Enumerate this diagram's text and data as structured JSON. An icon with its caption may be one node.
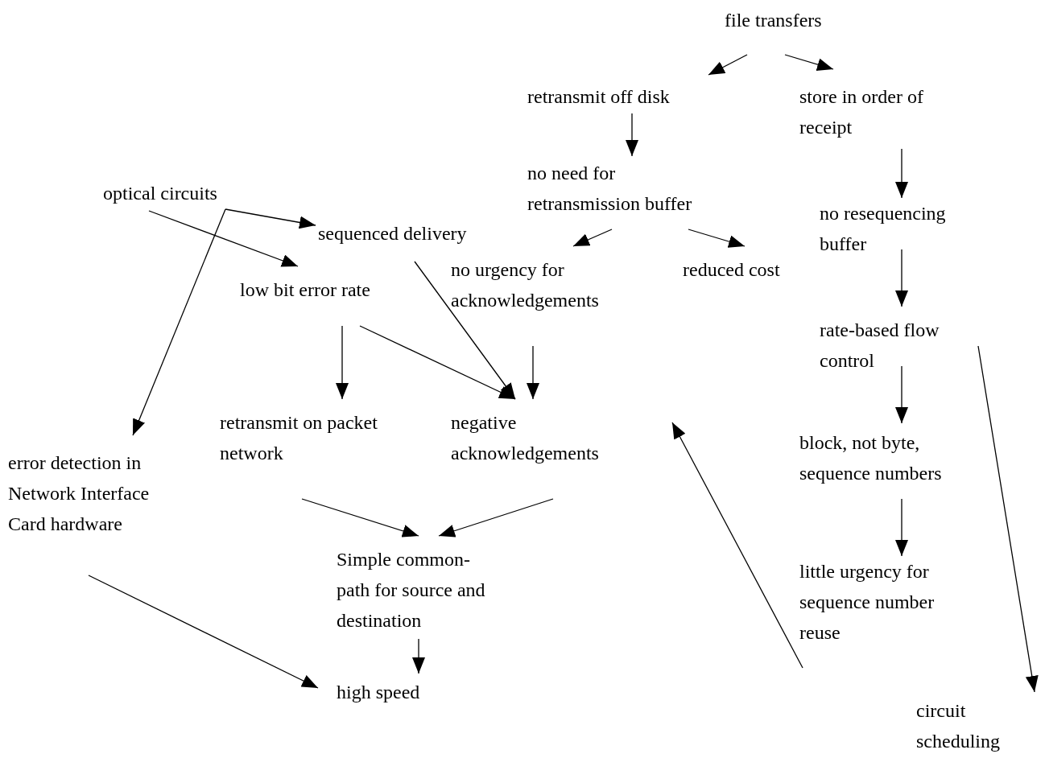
{
  "diagram": {
    "nodes": [
      {
        "text": [
          "file transfers"
        ]
      },
      {
        "text": [
          "retransmit off disk"
        ]
      },
      {
        "text": [
          "store in order of receipt"
        ]
      },
      {
        "text": [
          "no need for retransmission buffer"
        ]
      },
      {
        "text": [
          "optical circuits"
        ]
      },
      {
        "text": [
          "sequenced delivery"
        ]
      },
      {
        "text": [
          "no resequencing buffer"
        ]
      },
      {
        "text": [
          "no urgency for acknowledgements"
        ]
      },
      {
        "text": [
          "reduced cost"
        ]
      },
      {
        "text": [
          "low bit error rate"
        ]
      },
      {
        "text": [
          "rate-based flow control"
        ]
      },
      {
        "text": [
          "retransmit on packet network"
        ]
      },
      {
        "text": [
          "negative acknowledgements"
        ]
      },
      {
        "text": [
          "block, not byte, sequence numbers"
        ]
      },
      {
        "text": [
          "error detection in Network Interface Card hardware"
        ]
      },
      {
        "text": [
          "Simple common-path for source and destination"
        ]
      },
      {
        "text": [
          "little urgency for sequence number reuse"
        ]
      },
      {
        "text": [
          "high speed"
        ]
      },
      {
        "text": [
          "circuit scheduling"
        ]
      }
    ],
    "edges": [
      {
        "from": 0,
        "to": 1,
        "arrow": "to"
      },
      {
        "from": 0,
        "to": 2,
        "arrow": "to"
      },
      {
        "from": 1,
        "to": 3,
        "arrow": "to"
      },
      {
        "from": 3,
        "to": 7,
        "arrow": "to"
      },
      {
        "from": 3,
        "to": 8,
        "arrow": "to"
      },
      {
        "from": 2,
        "to": 6,
        "arrow": "to"
      },
      {
        "from": 4,
        "to": 9,
        "arrow": "to"
      },
      {
        "from": 4,
        "to": 5,
        "arrow": "to"
      },
      {
        "from": 4,
        "to": 14,
        "arrow": "to"
      },
      {
        "from": 5,
        "to": 12,
        "arrow": "to"
      },
      {
        "from": 9,
        "to": 11,
        "arrow": "to"
      },
      {
        "from": 9,
        "to": 12,
        "arrow": "to"
      },
      {
        "from": 7,
        "to": 12,
        "arrow": "to"
      },
      {
        "from": 6,
        "to": 10,
        "arrow": "to"
      },
      {
        "from": 10,
        "to": 13,
        "arrow": "to"
      },
      {
        "from": 13,
        "to": 16,
        "arrow": "to"
      },
      {
        "from": 10,
        "to": 18,
        "arrow": "to"
      },
      {
        "from": 11,
        "to": 15,
        "arrow": "to"
      },
      {
        "from": 12,
        "to": 15,
        "arrow": "to"
      },
      {
        "from": 15,
        "to": 17,
        "arrow": "to"
      },
      {
        "from": 14,
        "to": 17,
        "arrow": "to"
      },
      {
        "from": 16,
        "to": 12,
        "arrow": "to"
      }
    ]
  }
}
